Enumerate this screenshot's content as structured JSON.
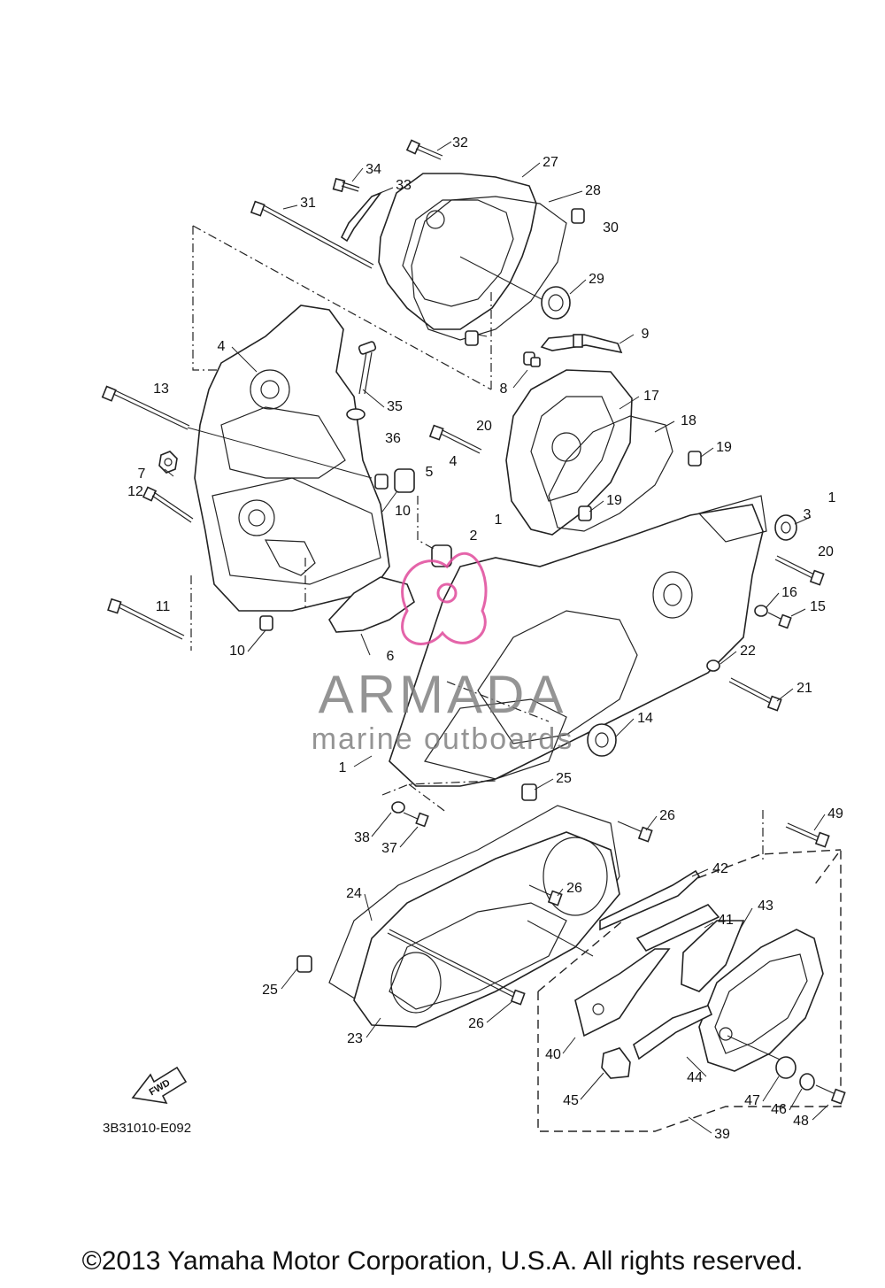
{
  "diagram_code": "3B31010-E092",
  "copyright": "©2013 Yamaha Motor Corporation, U.S.A. All rights reserved.",
  "watermark": {
    "brand": "ARMADA",
    "tagline": "marine outboards",
    "accent": "#e04a9b",
    "text_color": "#7a7a7a"
  },
  "fwd_label": "FWD",
  "part_numbers": [
    "32",
    "34",
    "33",
    "27",
    "28",
    "31",
    "30",
    "29",
    "4",
    "35",
    "9",
    "8",
    "17",
    "13",
    "36",
    "18",
    "20",
    "19",
    "4",
    "5",
    "7",
    "10",
    "12",
    "19",
    "1",
    "3",
    "1",
    "2",
    "20",
    "16",
    "15",
    "11",
    "10",
    "6",
    "22",
    "21",
    "14",
    "1",
    "25",
    "26",
    "49",
    "38",
    "37",
    "42",
    "26",
    "41",
    "43",
    "24",
    "25",
    "26",
    "23",
    "40",
    "44",
    "45",
    "47",
    "46",
    "48",
    "39"
  ]
}
